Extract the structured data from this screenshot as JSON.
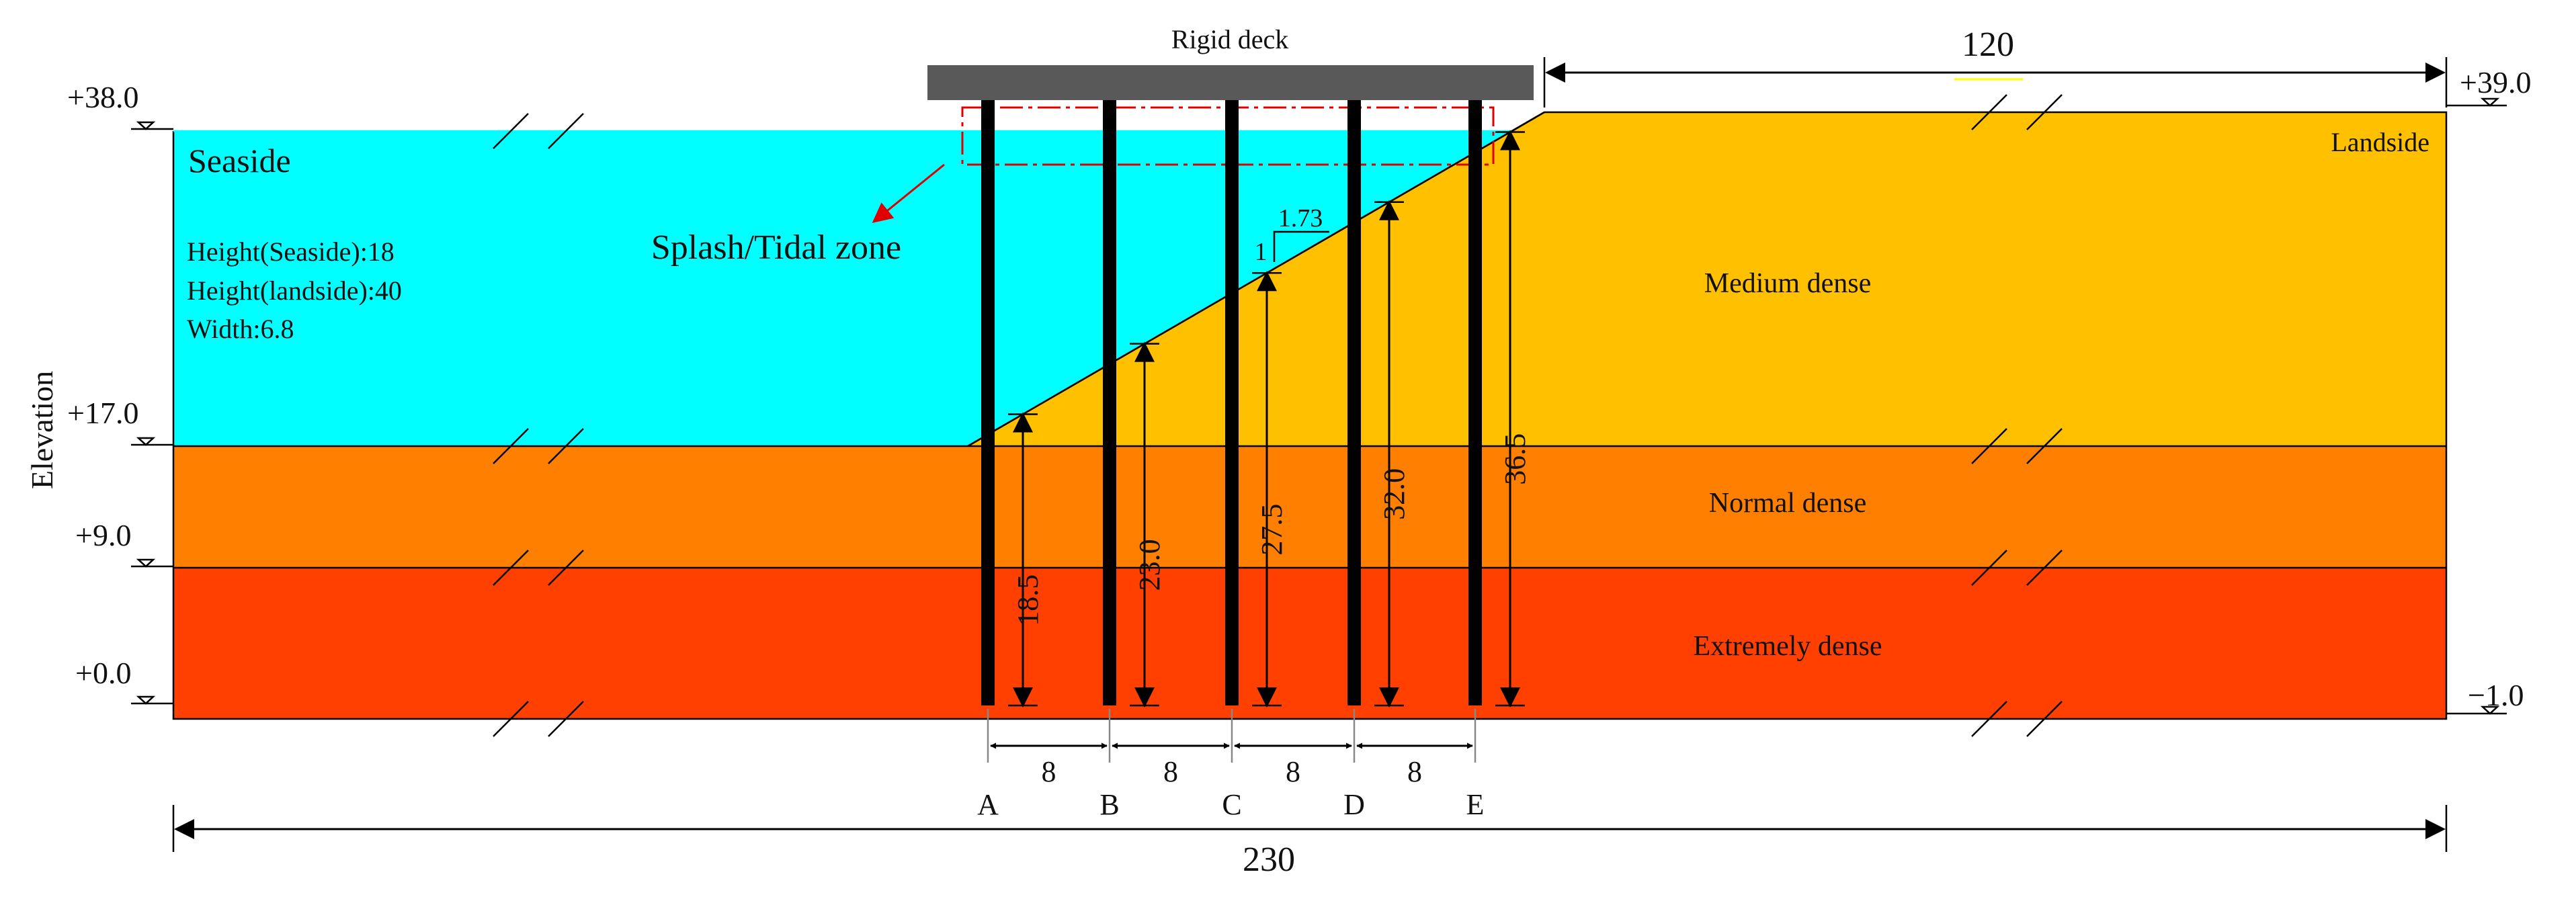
{
  "title": "Rigid deck",
  "axis_label": "Elevation",
  "zones": {
    "seaside": "Seaside",
    "landside": "Landside",
    "splash_zone": "Splash/Tidal zone"
  },
  "info": {
    "height_seaside": "Height(Seaside):18",
    "height_landside": "Height(landside):40",
    "width": "Width:6.8"
  },
  "layers": [
    {
      "name": "Medium dense",
      "color": "#FFC000"
    },
    {
      "name": "Normal dense",
      "color": "#FF8000"
    },
    {
      "name": "Extremely dense",
      "color": "#FF4000"
    }
  ],
  "water_color": "#00FFFF",
  "deck_color": "#595959",
  "elevations": {
    "seaside_top": "+38.0",
    "layer1_base": "+17.0",
    "layer2_base": "+9.0",
    "seaside_bottom": "+0.0",
    "landside_top": "+39.0",
    "landside_bottom": "−1.0"
  },
  "slope": {
    "run": "1.73",
    "rise": "1"
  },
  "dimensions": {
    "top": "120",
    "bottom": "230"
  },
  "piles": [
    {
      "label": "A",
      "embed": "18.5"
    },
    {
      "label": "B",
      "embed": "23.0"
    },
    {
      "label": "C",
      "embed": "27.5"
    },
    {
      "label": "D",
      "embed": "32.0"
    },
    {
      "label": "E",
      "embed": "36.5"
    }
  ],
  "spacing": [
    "8",
    "8",
    "8",
    "8"
  ]
}
